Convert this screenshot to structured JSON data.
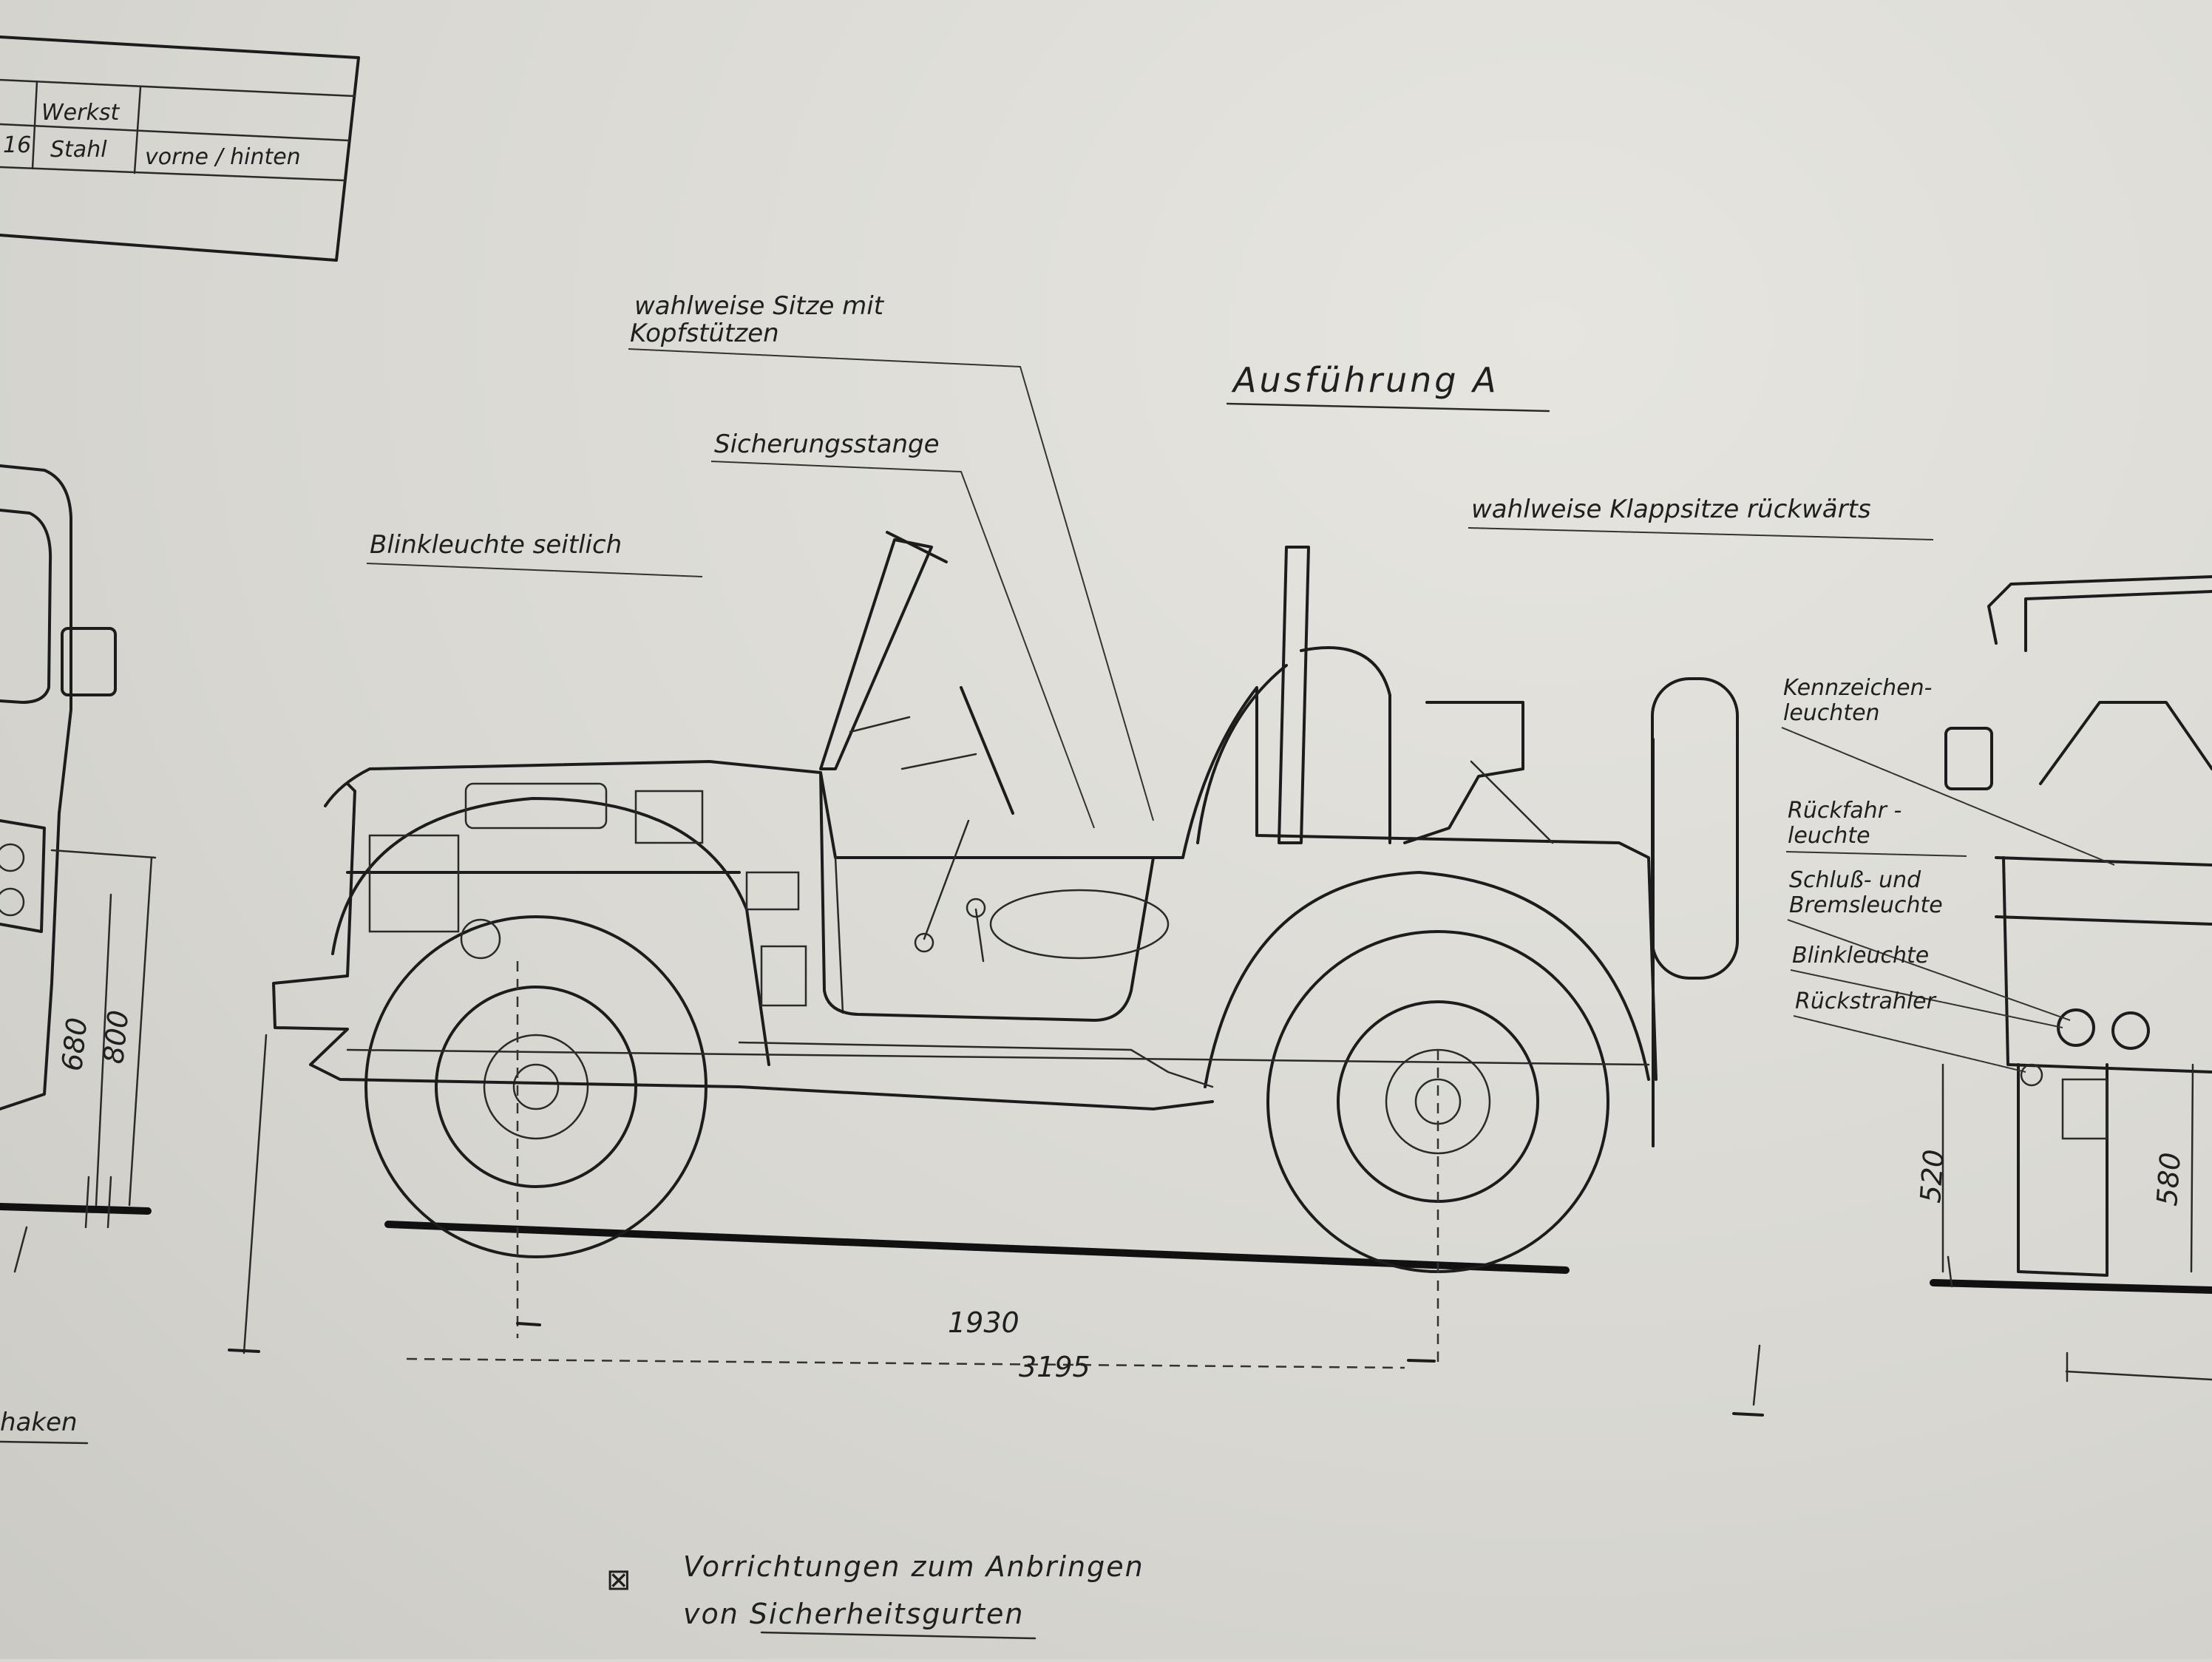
{
  "title_block": {
    "header": "Werkst",
    "row_left": "16",
    "row_material": "Stahl",
    "row_position": "vorne / hinten"
  },
  "main_view": {
    "title": "Ausführung  A",
    "labels": {
      "seats_headrests_line1": "wahlweise  Sitze  mit",
      "seats_headrests_line2": "Kopfstützen",
      "safety_bar": "Sicherungsstange",
      "side_indicator": "Blinkleuchte  seitlich",
      "folding_seats": "wahlweise  Klappsitze  rückwärts"
    },
    "dimensions": {
      "wheelbase": "1930",
      "overall_length": "3195"
    }
  },
  "left_view": {
    "dim_a": "680",
    "dim_b": "800",
    "fragment_label": "haken"
  },
  "rear_view": {
    "labels": {
      "plate_light_line1": "Kennzeichen-",
      "plate_light_line2": "leuchten",
      "reverse_light_line1": "Rückfahr -",
      "reverse_light_line2": "leuchte",
      "tail_brake_line1": "Schluß- und",
      "tail_brake_line2": "Bremsleuchte",
      "indicator": "Blinkleuchte",
      "reflector": "Rückstrahler"
    },
    "dim_a": "520",
    "dim_b": "580"
  },
  "footnote": {
    "symbol": "⊠",
    "line1": "Vorrichtungen  zum  Anbringen",
    "line2": "von  Sicherheitsgurten"
  }
}
